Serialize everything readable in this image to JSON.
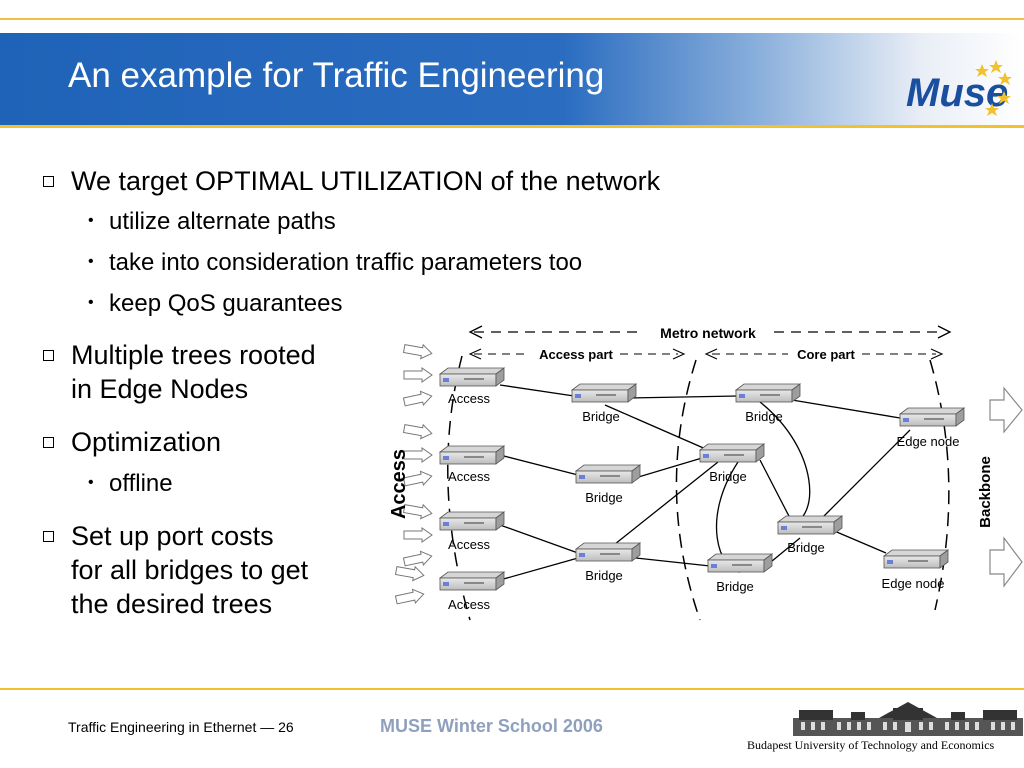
{
  "slide": {
    "title": "An example for Traffic Engineering",
    "logo_text": "Muse"
  },
  "bullets": {
    "b1": "We target OPTIMAL UTILIZATION of the network",
    "b1_sub": [
      "utilize alternate paths",
      "take into consideration traffic parameters too",
      "keep QoS guarantees"
    ],
    "b2_line1": "Multiple trees rooted",
    "b2_line2": "in Edge Nodes",
    "b3": "Optimization",
    "b3_sub": [
      "offline"
    ],
    "b4_line1": "Set up port costs",
    "b4_line2": "for all bridges to get",
    "b4_line3": "the desired trees"
  },
  "diagram": {
    "metro_label": "Metro network",
    "access_part_label": "Access part",
    "core_part_label": "Core part",
    "access_side_label": "Access",
    "backbone_side_label": "Backbone",
    "node_labels": {
      "access1": "Access",
      "access2": "Access",
      "access3": "Access",
      "access4": "Access",
      "bridge1": "Bridge",
      "bridge2": "Bridge",
      "bridge3": "Bridge",
      "bridge4": "Bridge",
      "bridge5": "Bridge",
      "bridge6": "Bridge",
      "bridge7": "Bridge",
      "edge1": "Edge node",
      "edge2": "Edge node"
    }
  },
  "footer": {
    "left": "Traffic Engineering in Ethernet  — 26",
    "center": "MUSE Winter School 2006",
    "right": "Budapest University of Technology and Economics"
  },
  "colors": {
    "header_blue": "#1f63b8",
    "accent_gold": "#f2c12e",
    "footer_gray_blue": "#8fa0bf"
  }
}
